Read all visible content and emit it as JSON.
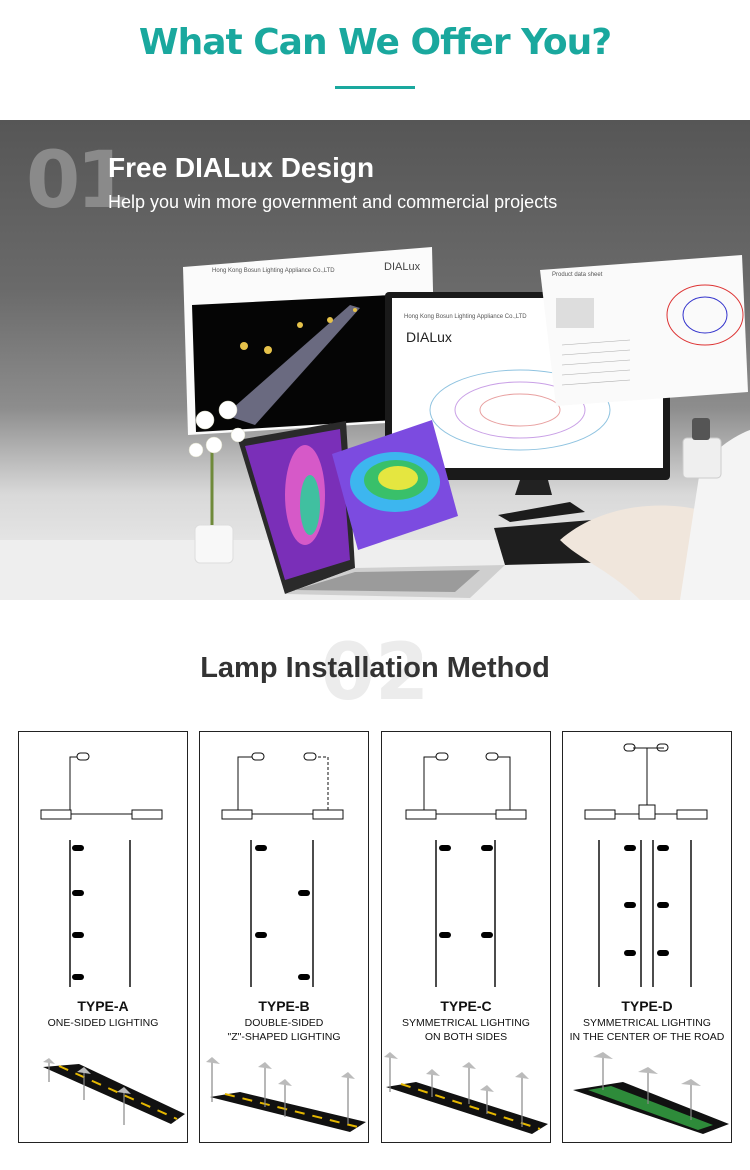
{
  "header": {
    "title": "What Can We Offer You?"
  },
  "banner": {
    "number": "01",
    "title": "Free DIALux Design",
    "subtitle": "Help you win more government and commercial projects",
    "doc_company": "Hong Kong Bosun Lighting Appliance Co.,LTD",
    "doc_brand": "DIALux",
    "sheet_title": "Product data sheet"
  },
  "section2": {
    "number": "02",
    "title": "Lamp Installation Method"
  },
  "types": [
    {
      "name": "TYPE-A",
      "desc1": "ONE-SIDED LIGHTING",
      "desc2": ""
    },
    {
      "name": "TYPE-B",
      "desc1": "DOUBLE-SIDED",
      "desc2": "\"Z\"-SHAPED LIGHTING"
    },
    {
      "name": "TYPE-C",
      "desc1": "SYMMETRICAL LIGHTING",
      "desc2": "ON BOTH SIDES"
    },
    {
      "name": "TYPE-D",
      "desc1": "SYMMETRICAL LIGHTING",
      "desc2": "IN THE CENTER OF THE ROAD"
    }
  ],
  "colors": {
    "accent": "#1aa89e",
    "road_center_green": "#2e8b3a",
    "road_marking_yellow": "#e5b700"
  }
}
